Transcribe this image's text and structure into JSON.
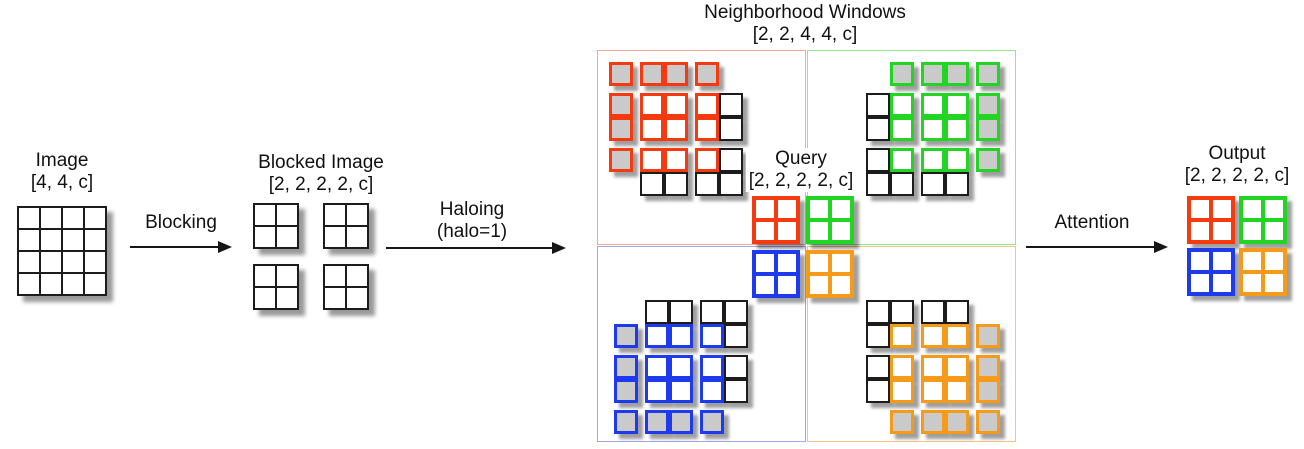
{
  "stages": {
    "image": {
      "title": "Image",
      "shape": "[4, 4, c]",
      "grid_rows": 4,
      "grid_cols": 4
    },
    "blocked_image": {
      "title": "Blocked Image",
      "shape": "[2, 2, 2, 2, c]",
      "block_grid_rows": 2,
      "block_grid_cols": 2,
      "cells_per_block": "2x2"
    },
    "neighborhood_windows": {
      "title": "Neighborhood Windows",
      "shape": "[2, 2, 4, 4, c]"
    },
    "query": {
      "title": "Query",
      "shape": "[2, 2, 2, 2, c]"
    },
    "output": {
      "title": "Output",
      "shape": "[2, 2, 2, 2, c]"
    }
  },
  "arrows": {
    "blocking": "Blocking",
    "haloing_line1": "Haloing",
    "haloing_line2": "(halo=1)",
    "attention": "Attention"
  },
  "colors": {
    "red": "#f43a0e",
    "green": "#23d523",
    "blue": "#1d3aec",
    "orange": "#f59b19",
    "red_light": "#f5a99e",
    "green_light": "#8fe98f",
    "blue_light": "#9fa9e6",
    "orange_light": "#f5c484",
    "halo_fill": "#cacaca",
    "line": "#1c1c1c",
    "text": "#111111"
  },
  "cell_legend": {
    "h": "halo padding cell (grey, outside image)",
    "w": "window cell (white, inside image)",
    "n": "neighboring block cell (black border, outside this window)",
    ".": "empty"
  },
  "windows": [
    {
      "block": "top-left",
      "color": "red",
      "col_groups": [
        1,
        2,
        2
      ],
      "row_groups": [
        1,
        2,
        2
      ],
      "cells": [
        "hhhh.",
        "hwwwn",
        "hwwwn",
        "hwwwn",
        ".nnnn"
      ]
    },
    {
      "block": "top-right",
      "color": "green",
      "col_groups": [
        2,
        2,
        1
      ],
      "row_groups": [
        1,
        2,
        2
      ],
      "cells": [
        ".hhhh",
        "nwwwh",
        "nwwwh",
        "nwwwh",
        "nnnn."
      ]
    },
    {
      "block": "bottom-left",
      "color": "blue",
      "col_groups": [
        1,
        2,
        2
      ],
      "row_groups": [
        2,
        2,
        1
      ],
      "cells": [
        ".nnnn",
        "hwwwn",
        "hwwwn",
        "hwwwn",
        "hhhh."
      ]
    },
    {
      "block": "bottom-right",
      "color": "orange",
      "col_groups": [
        2,
        2,
        1
      ],
      "row_groups": [
        2,
        2,
        1
      ],
      "cells": [
        "nnnn.",
        "nwwwh",
        "nwwwh",
        "nwwwh",
        ".hhhh"
      ]
    }
  ],
  "query_blocks": [
    "red",
    "green",
    "blue",
    "orange"
  ],
  "output_blocks": [
    "red",
    "green",
    "blue",
    "orange"
  ]
}
